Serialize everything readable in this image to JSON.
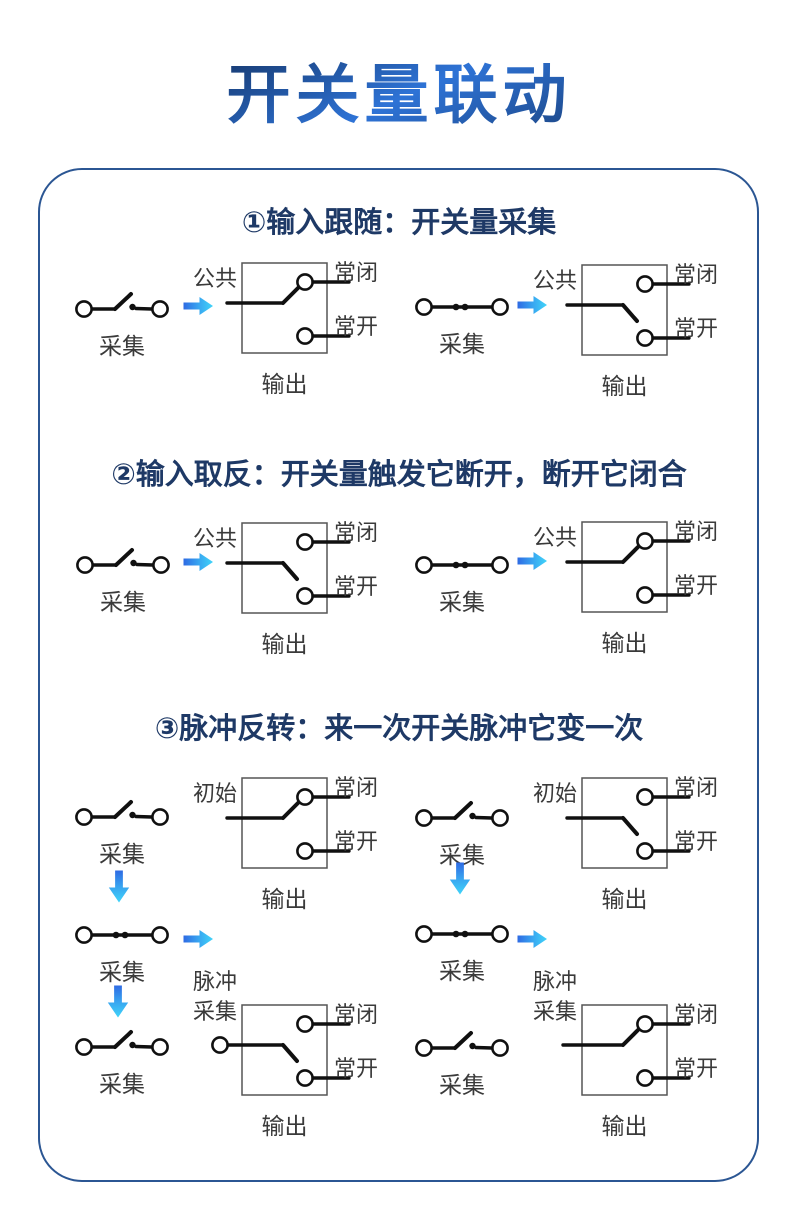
{
  "title": "开关量联动",
  "labels": {
    "collect": "采集",
    "common": "公共",
    "initial": "初始",
    "pulse": "脉冲",
    "nc": "常闭",
    "no": "常开",
    "output": "输出"
  },
  "sections": [
    {
      "heading": "①输入跟随：开关量采集",
      "diagrams": [
        {
          "input_switch": "open",
          "arrow": "right",
          "box_label": "公共",
          "lever_position": "常闭",
          "terminals": [
            "常闭",
            "常开"
          ],
          "bottom_label": "输出"
        },
        {
          "input_switch": "closed",
          "arrow": "right",
          "box_label": "公共",
          "lever_position": "常开",
          "terminals": [
            "常闭",
            "常开"
          ],
          "bottom_label": "输出"
        }
      ]
    },
    {
      "heading": "②输入取反：开关量触发它断开，断开它闭合",
      "diagrams": [
        {
          "input_switch": "open",
          "arrow": "right",
          "box_label": "公共",
          "lever_position": "常开",
          "terminals": [
            "常闭",
            "常开"
          ],
          "bottom_label": "输出"
        },
        {
          "input_switch": "closed",
          "arrow": "right",
          "box_label": "公共",
          "lever_position": "常闭",
          "terminals": [
            "常闭",
            "常开"
          ],
          "bottom_label": "输出"
        }
      ]
    },
    {
      "heading": "③脉冲反转：来一次开关脉冲它变一次",
      "columns": [
        {
          "steps": [
            {
              "input_switch": "open",
              "box_label": "初始",
              "lever_position": "常闭",
              "bottom_label": "输出"
            },
            {
              "arrow": "down"
            },
            {
              "input_switch": "closed",
              "arrow": "right"
            },
            {
              "arrow": "down"
            },
            {
              "input_switch": "open",
              "box_label": "脉冲采集",
              "lever_position": "常开",
              "common_terminal_circle": true,
              "bottom_label": "输出"
            }
          ]
        },
        {
          "steps": [
            {
              "input_switch": "open",
              "box_label": "初始",
              "lever_position": "常开",
              "bottom_label": "输出"
            },
            {
              "arrow": "down"
            },
            {
              "input_switch": "closed",
              "arrow": "right"
            },
            {
              "input_switch": "open",
              "box_label": "脉冲采集",
              "lever_position": "常闭",
              "common_terminal_circle": false,
              "bottom_label": "输出"
            }
          ]
        }
      ]
    }
  ],
  "colors": {
    "heading_text": "#1e3966",
    "frame_border": "#2b5693",
    "title_gradient": [
      "#0c1d3c",
      "#2e73d6",
      "#14305c"
    ],
    "arrow_gradient": [
      "#2e6ae3",
      "#40d4f9"
    ],
    "circuit_line": "#101010",
    "diagram_label": "#3a3a3a"
  }
}
